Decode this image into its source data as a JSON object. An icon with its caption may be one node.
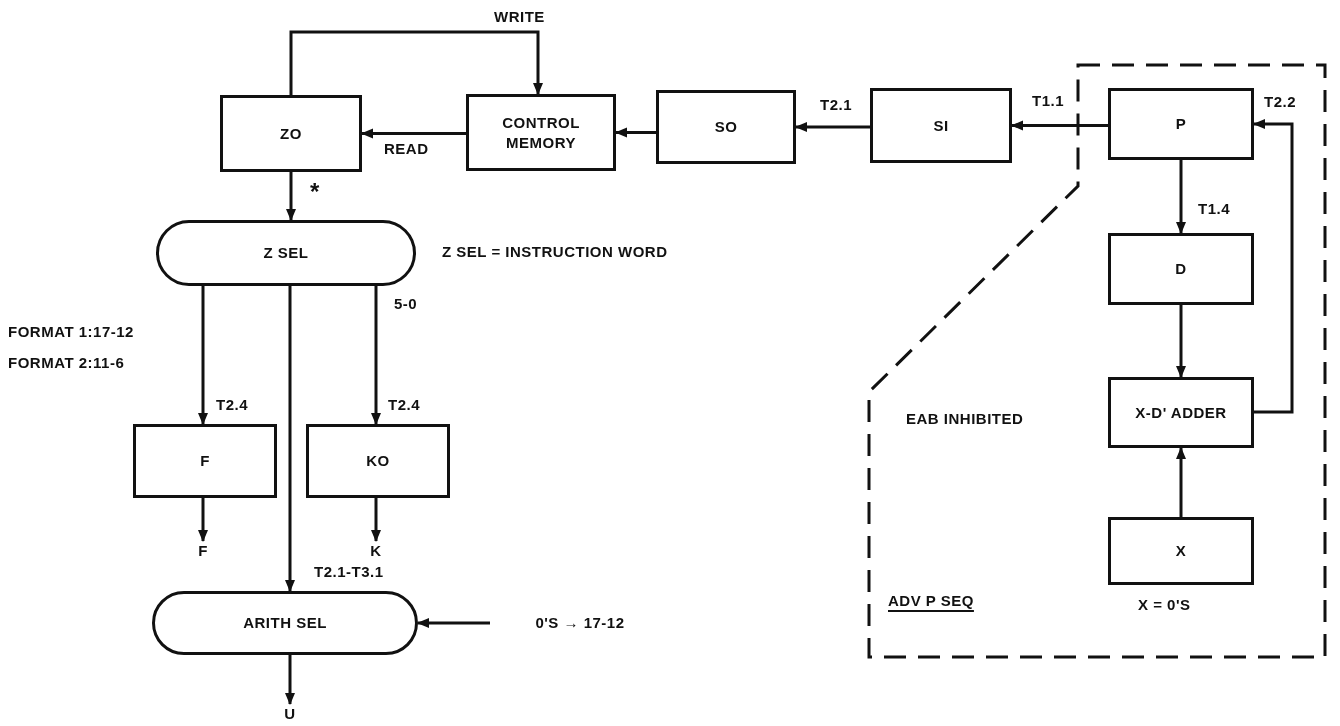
{
  "diagram": {
    "nodes": [
      {
        "text": [
          "ZO"
        ]
      },
      {
        "text": [
          "CONTROL MEMORY"
        ]
      },
      {
        "text": [
          "SO"
        ]
      },
      {
        "text": [
          "SI"
        ]
      },
      {
        "text": [
          "EAB INHIBITED",
          "ADV P SEQ"
        ]
      },
      {
        "text": [
          "P"
        ],
        "in": 4
      },
      {
        "text": [
          "D"
        ],
        "in": 4
      },
      {
        "text": [
          "X-D' ADDER"
        ],
        "in": 4
      },
      {
        "text": [
          "X"
        ],
        "in": 4,
        "beside": [
          "X = 0'S"
        ]
      },
      {
        "text": [
          "Z SEL"
        ],
        "beside": [
          "Z SEL = INSTRUCTION WORD"
        ]
      },
      {
        "text": [
          "F"
        ]
      },
      {
        "text": [
          "KO"
        ]
      },
      {
        "text": [
          "F"
        ]
      },
      {
        "text": [
          "K"
        ]
      },
      {
        "text": [
          "ARITH SEL"
        ]
      },
      {
        "text": [
          "U"
        ]
      },
      {
        "text": [
          "0'S → 17-12"
        ]
      }
    ],
    "edges": [
      {
        "from": 0,
        "to": 1,
        "arrow": "to",
        "label": "WRITE"
      },
      {
        "from": 1,
        "to": 0,
        "arrow": "to",
        "label": "READ"
      },
      {
        "from": 2,
        "to": 1,
        "arrow": "to"
      },
      {
        "from": 3,
        "to": 2,
        "arrow": "to",
        "label": "T2.1"
      },
      {
        "from": 5,
        "to": 3,
        "arrow": "to",
        "label": "T1.1"
      },
      {
        "from": 0,
        "to": 9,
        "arrow": "to",
        "label": "*"
      },
      {
        "from": 5,
        "to": 6,
        "arrow": "to",
        "label": "T1.4"
      },
      {
        "from": 6,
        "to": 7,
        "arrow": "to"
      },
      {
        "from": 8,
        "to": 7,
        "arrow": "to"
      },
      {
        "from": 7,
        "to": 5,
        "arrow": "to",
        "label": "T2.2"
      },
      {
        "from": 9,
        "to": 10,
        "arrow": "to",
        "label": "T2.4"
      },
      {
        "from": 9,
        "to": 11,
        "arrow": "to",
        "label": "T2.4"
      },
      {
        "from": 9,
        "to": 14,
        "arrow": "to",
        "label": "T2.1-T3.1"
      },
      {
        "from": 10,
        "to": 12,
        "arrow": "to"
      },
      {
        "from": 11,
        "to": 13,
        "arrow": "to"
      },
      {
        "from": 16,
        "to": 14,
        "arrow": "to"
      },
      {
        "from": 14,
        "to": 15,
        "arrow": "to"
      }
    ],
    "labels": [
      "FORMAT 1:17-12",
      "FORMAT 2:11-6",
      "5-0"
    ]
  }
}
